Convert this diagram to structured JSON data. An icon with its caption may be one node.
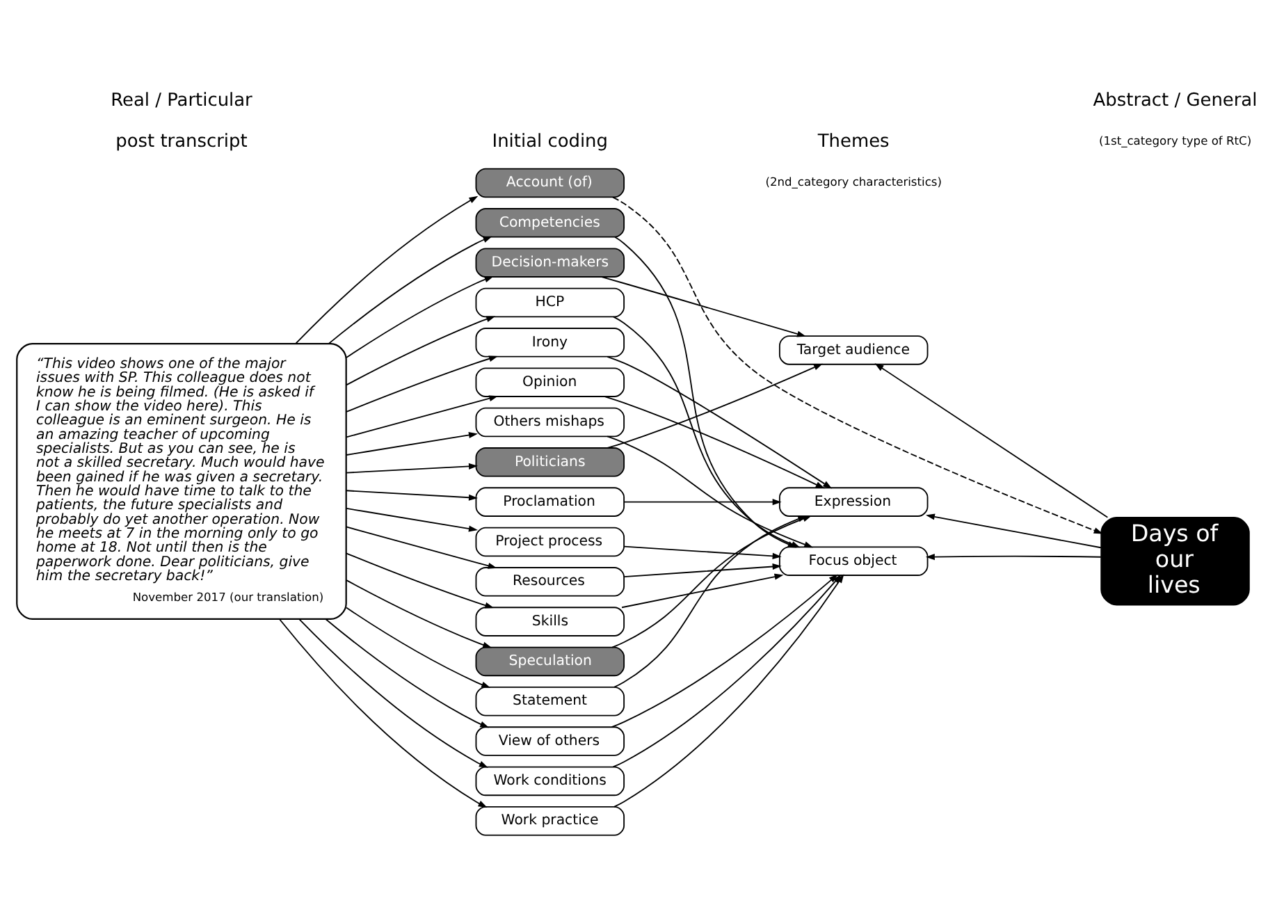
{
  "diagram": {
    "nodes": [
      {
        "text": [
          "“This video shows one of the major issues with SP. This colleague does not know he is being filmed. (He is asked if I can show the video here). This colleague is an eminent surgeon. He is an amazing teacher of upcoming specialists. But as you can see, he is not a skilled secretary. Much would have been gained if he was given a secretary. Then he would have time to talk to the patients, the future specialists and probably do yet another operation. Now he meets at 7 in the morning only to go home at 18. Not until then is the paperwork done. Dear politicians, give him the secretary back!”",
          "November 2017 (our translation)"
        ]
      },
      {
        "text": [
          "Account (of)"
        ]
      },
      {
        "text": [
          "Competencies"
        ]
      },
      {
        "text": [
          "Decision-makers"
        ]
      },
      {
        "text": [
          "HCP"
        ]
      },
      {
        "text": [
          "Irony"
        ]
      },
      {
        "text": [
          "Opinion"
        ]
      },
      {
        "text": [
          "Others mishaps"
        ]
      },
      {
        "text": [
          "Politicians"
        ]
      },
      {
        "text": [
          "Proclamation"
        ]
      },
      {
        "text": [
          "Project process"
        ]
      },
      {
        "text": [
          "Resources"
        ]
      },
      {
        "text": [
          "Skills"
        ]
      },
      {
        "text": [
          "Speculation"
        ]
      },
      {
        "text": [
          "Statement"
        ]
      },
      {
        "text": [
          "View of others"
        ]
      },
      {
        "text": [
          "Work conditions"
        ]
      },
      {
        "text": [
          "Work practice"
        ]
      },
      {
        "text": [
          "Focus object"
        ]
      },
      {
        "text": [
          "Expression"
        ]
      },
      {
        "text": [
          "Target audience"
        ]
      },
      {
        "text": [
          "Days of our lives"
        ]
      }
    ],
    "edges": [
      {
        "from": 0,
        "to": 1,
        "arrow": "to"
      },
      {
        "from": 0,
        "to": 2,
        "arrow": "to"
      },
      {
        "from": 0,
        "to": 3,
        "arrow": "to"
      },
      {
        "from": 0,
        "to": 4,
        "arrow": "to"
      },
      {
        "from": 0,
        "to": 5,
        "arrow": "to"
      },
      {
        "from": 0,
        "to": 6,
        "arrow": "to"
      },
      {
        "from": 0,
        "to": 7,
        "arrow": "to"
      },
      {
        "from": 0,
        "to": 8,
        "arrow": "to"
      },
      {
        "from": 0,
        "to": 9,
        "arrow": "to"
      },
      {
        "from": 0,
        "to": 10,
        "arrow": "to"
      },
      {
        "from": 0,
        "to": 11,
        "arrow": "to"
      },
      {
        "from": 0,
        "to": 12,
        "arrow": "to"
      },
      {
        "from": 0,
        "to": 13,
        "arrow": "to"
      },
      {
        "from": 0,
        "to": 14,
        "arrow": "to"
      },
      {
        "from": 0,
        "to": 15,
        "arrow": "to"
      },
      {
        "from": 0,
        "to": 16,
        "arrow": "to"
      },
      {
        "from": 0,
        "to": 17,
        "arrow": "to"
      },
      {
        "from": 1,
        "to": 21,
        "arrow": "to",
        "style": "dashed"
      },
      {
        "from": 2,
        "to": 18,
        "arrow": "to"
      },
      {
        "from": 3,
        "to": 20,
        "arrow": "to"
      },
      {
        "from": 4,
        "to": 18,
        "arrow": "to"
      },
      {
        "from": 5,
        "to": 19,
        "arrow": "to"
      },
      {
        "from": 6,
        "to": 19,
        "arrow": "to"
      },
      {
        "from": 7,
        "to": 18,
        "arrow": "to"
      },
      {
        "from": 8,
        "to": 20,
        "arrow": "to"
      },
      {
        "from": 9,
        "to": 19,
        "arrow": "to"
      },
      {
        "from": 10,
        "to": 18,
        "arrow": "to"
      },
      {
        "from": 11,
        "to": 18,
        "arrow": "to"
      },
      {
        "from": 12,
        "to": 18,
        "arrow": "to"
      },
      {
        "from": 13,
        "to": 19,
        "arrow": "to"
      },
      {
        "from": 14,
        "to": 19,
        "arrow": "to"
      },
      {
        "from": 15,
        "to": 18,
        "arrow": "to"
      },
      {
        "from": 16,
        "to": 18,
        "arrow": "to"
      },
      {
        "from": 17,
        "to": 18,
        "arrow": "to"
      },
      {
        "from": 21,
        "to": 18,
        "arrow": "to"
      },
      {
        "from": 21,
        "to": 19,
        "arrow": "to"
      },
      {
        "from": 21,
        "to": 20,
        "arrow": "to"
      }
    ],
    "labels": [
      "post transcript",
      "Initial coding",
      "Themes",
      "(2nd_category characteristics)",
      "(1st_category type of RtC)",
      "Real / Particular",
      "Abstract / General"
    ]
  }
}
